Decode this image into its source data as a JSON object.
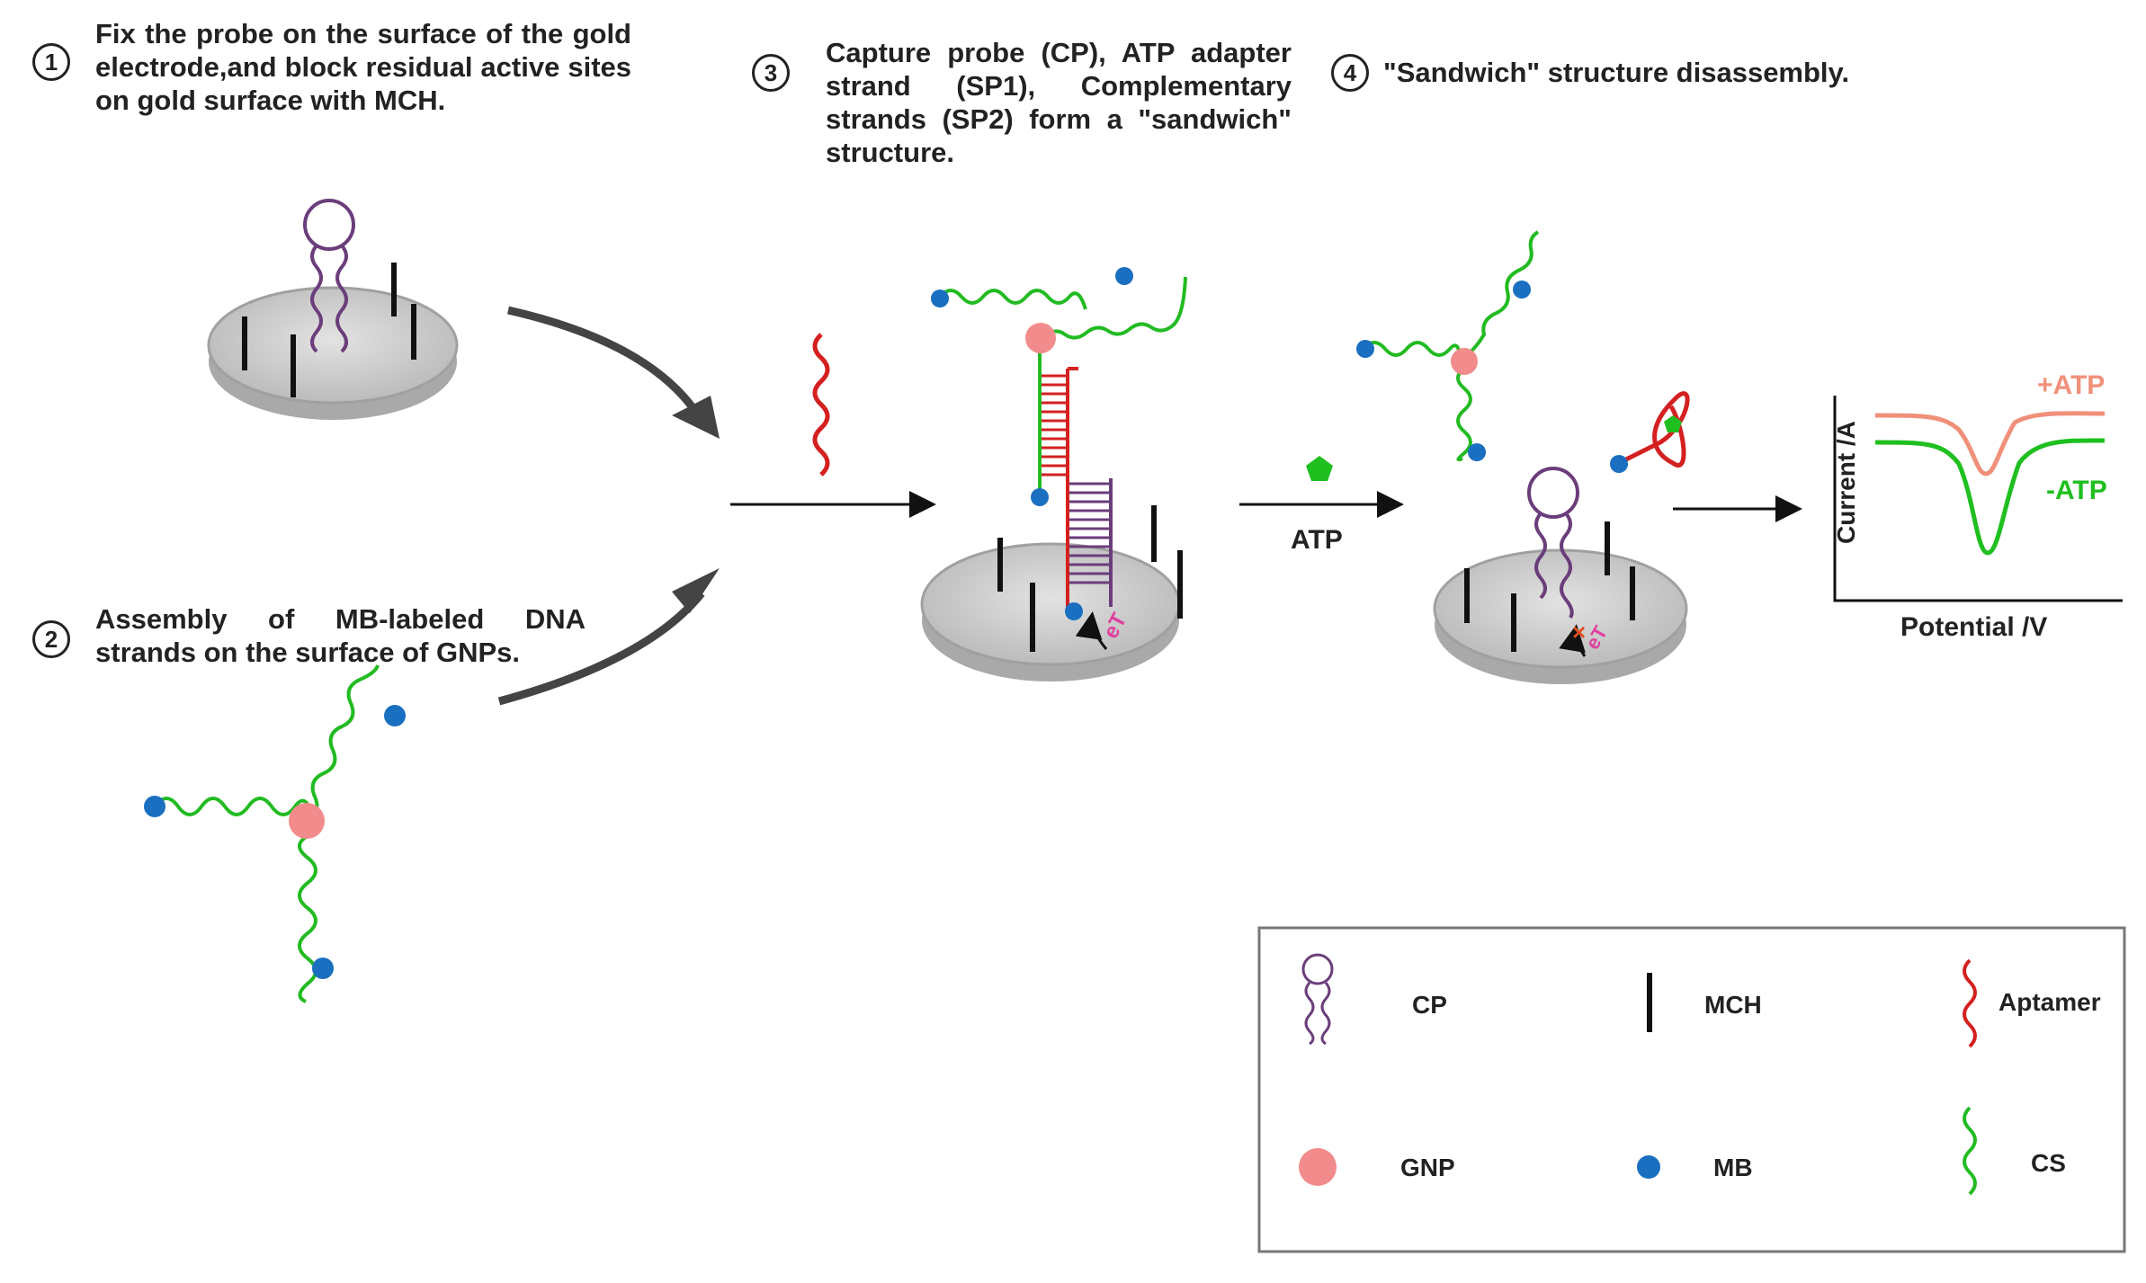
{
  "steps": [
    {
      "number": "1",
      "text": "Fix the probe on the surface of the gold electrode,and block residual active sites on gold surface with MCH."
    },
    {
      "number": "2",
      "text": "Assembly of MB-labeled DNA strands on the surface of GNPs."
    },
    {
      "number": "3",
      "text": "Capture probe (CP), ATP adapter strand (SP1), Complementary strands (SP2) form a \"sandwich\" structure."
    },
    {
      "number": "4",
      "text": "\"Sandwich\" structure disassembly."
    }
  ],
  "labels": {
    "atp": "ATP",
    "electron_transfer": "eT"
  },
  "graph": {
    "ylabel": "Current /A",
    "xlabel": "Potential /V",
    "plus_label": "+ATP",
    "minus_label": "-ATP"
  },
  "legend": {
    "items": [
      {
        "label": "CP"
      },
      {
        "label": "MCH"
      },
      {
        "label": "Aptamer"
      },
      {
        "label": "GNP"
      },
      {
        "label": "MB"
      },
      {
        "label": "CS"
      }
    ]
  },
  "colors": {
    "cp": "#6b3d7b",
    "cs": "#22bb22",
    "aptamer": "#d42020",
    "gnp": "#f28b8b",
    "mb": "#1a6fc0",
    "mch": "#111111",
    "electrode": "#d0d0d0",
    "plus_curve": "#f0907a",
    "minus_curve": "#1fbf1f",
    "et_label": "#e040a0"
  }
}
